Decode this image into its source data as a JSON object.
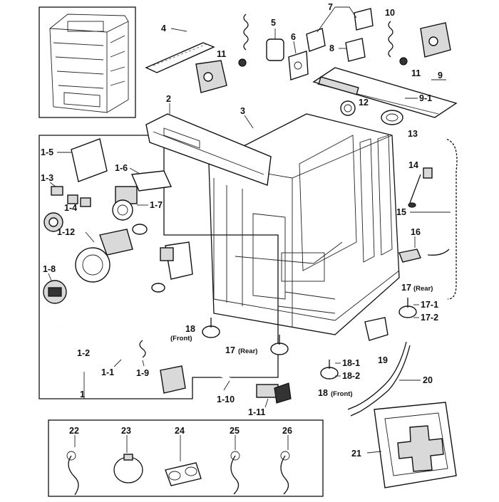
{
  "labels": {
    "l1": "1",
    "l1_1": "1-1",
    "l1_2": "1-2",
    "l1_3": "1-3",
    "l1_4": "1-4",
    "l1_5": "1-5",
    "l1_6": "1-6",
    "l1_7": "1-7",
    "l1_8": "1-8",
    "l1_9": "1-9",
    "l1_10": "1-10",
    "l1_11": "1-11",
    "l1_12": "1-12",
    "l2": "2",
    "l3": "3",
    "l4": "4",
    "l5": "5",
    "l6": "6",
    "l7": "7",
    "l8": "8",
    "l9": "9",
    "l9_1": "9-1",
    "l10": "10",
    "l11a": "11",
    "l11b": "11",
    "l12": "12",
    "l13": "13",
    "l14": "14",
    "l15": "15",
    "l16": "16",
    "l17_rear_a": "17",
    "l17_rear_a_note": "(Rear)",
    "l17_1": "17-1",
    "l17_2": "17-2",
    "l17_rear_b": "17",
    "l17_rear_b_note": "(Rear)",
    "l18_front_a": "18",
    "l18_front_a_note": "(Front)",
    "l18_1": "18-1",
    "l18_2": "18-2",
    "l18_front_b": "18",
    "l18_front_b_note": "(Front)",
    "l19": "19",
    "l20": "20",
    "l21": "21",
    "l22": "22",
    "l23": "23",
    "l24": "24",
    "l25": "25",
    "l26": "26"
  }
}
